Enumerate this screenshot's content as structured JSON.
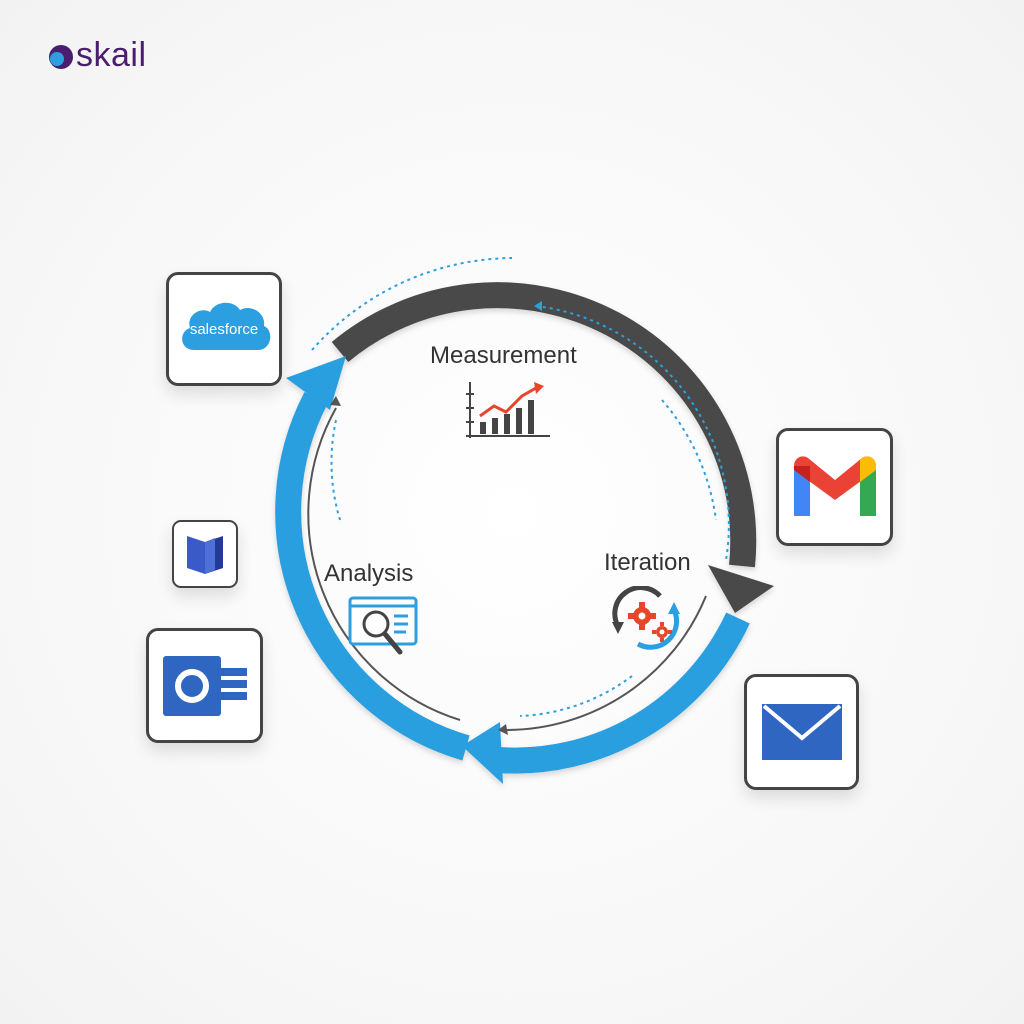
{
  "brand": {
    "name": "skail"
  },
  "cycle": {
    "stages": [
      {
        "label": "Measurement",
        "icon": "chart-trend-icon"
      },
      {
        "label": "Iteration",
        "icon": "gears-cycle-icon"
      },
      {
        "label": "Analysis",
        "icon": "magnifier-report-icon"
      }
    ]
  },
  "integrations": [
    {
      "name": "salesforce",
      "label": "salesforce",
      "icon": "salesforce-icon"
    },
    {
      "name": "gmail",
      "icon": "gmail-icon"
    },
    {
      "name": "email",
      "icon": "envelope-icon"
    },
    {
      "name": "outlook",
      "icon": "outlook-icon"
    },
    {
      "name": "dynamics",
      "icon": "dynamics-icon"
    }
  ],
  "colors": {
    "brand": "#4a1d6e",
    "blue_arrow": "#2b9fe0",
    "dark_arrow": "#4a4a4a",
    "accent_red": "#e8462b",
    "tile_border": "#444444"
  }
}
